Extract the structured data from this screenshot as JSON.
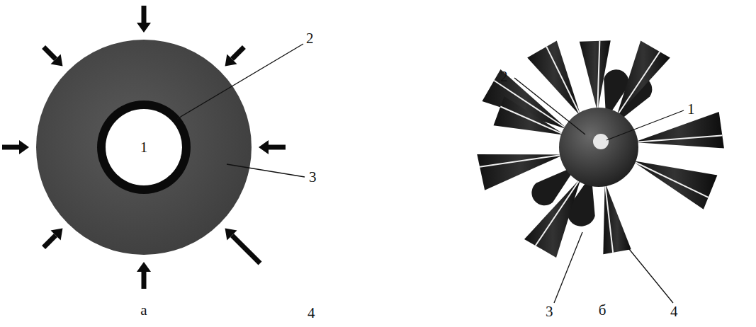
{
  "diagram": {
    "labels": [
      "1",
      "2",
      "3",
      "4",
      "а",
      "2",
      "1",
      "3",
      "4",
      "б"
    ]
  }
}
